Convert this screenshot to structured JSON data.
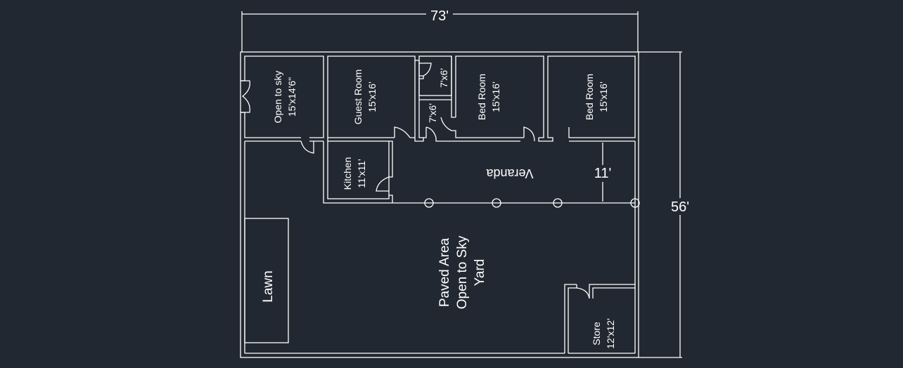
{
  "dimensions": {
    "width": "73'",
    "depth": "56'",
    "veranda_depth": "11'"
  },
  "rooms": {
    "open_to_sky": {
      "name": "Open to sky",
      "size": "15'x14'6\""
    },
    "guest_room": {
      "name": "Guest Room",
      "size": "15'x16'"
    },
    "bath_upper": {
      "size": "7'x6'"
    },
    "bath_lower": {
      "size": "7'x6'"
    },
    "bed_room_1": {
      "name": "Bed Room",
      "size": "15'x16'"
    },
    "bed_room_2": {
      "name": "Bed Room",
      "size": "15'x16'"
    },
    "kitchen": {
      "name": "Kitchen",
      "size": "11'x11'"
    },
    "veranda": {
      "name": "Veranda"
    },
    "lawn": {
      "name": "Lawn"
    },
    "yard": {
      "line1": "Paved Area",
      "line2": "Open to Sky",
      "line3": "Yard"
    },
    "store": {
      "name": "Store",
      "size": "12'x12'"
    }
  },
  "colors": {
    "background": "#222831",
    "lines": "#ffffff"
  }
}
